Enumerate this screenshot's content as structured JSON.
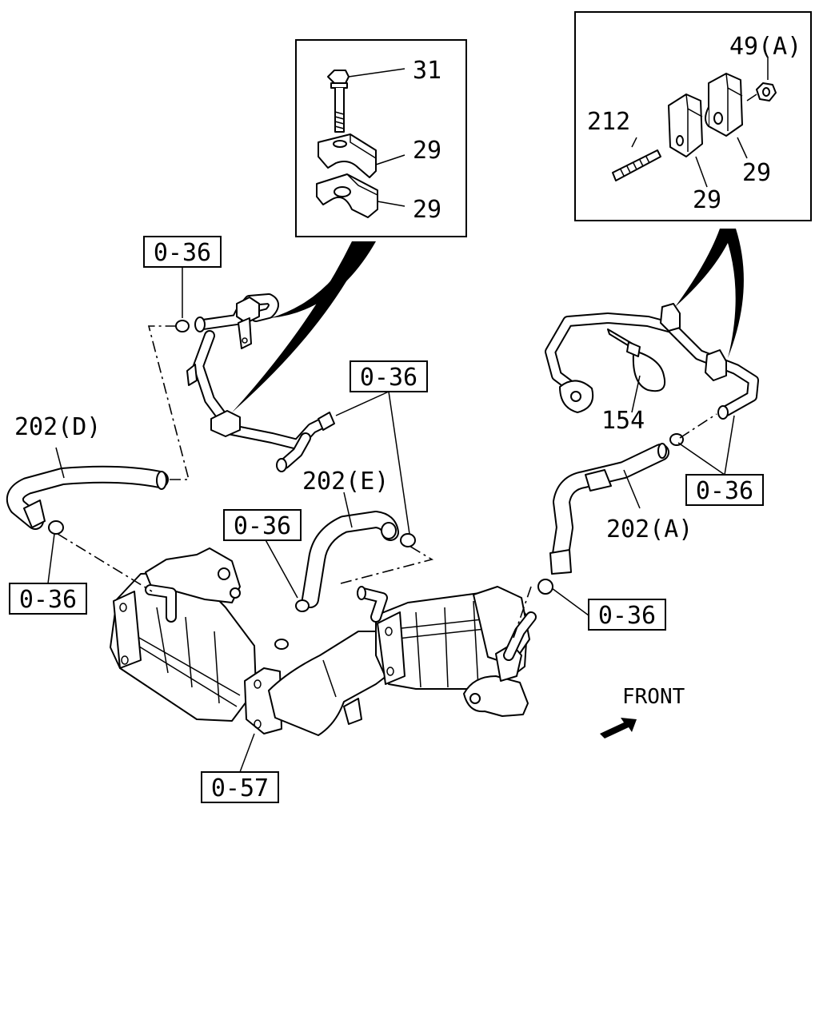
{
  "labels": {
    "bolt": "31",
    "clamp_upper_left": "29",
    "clamp_lower_left": "29",
    "nut": "49(A)",
    "stud": "212",
    "clamp_right_a": "29",
    "clamp_right_b": "29",
    "hose_d": "202(D)",
    "hose_e": "202(E)",
    "hose_a": "202(A)",
    "band": "154",
    "front": "FRONT"
  },
  "refs": {
    "top_left": "0-36",
    "mid_center": "0-36",
    "mid_left": "0-36",
    "left": "0-36",
    "right_upper": "0-36",
    "right_lower": "0-36",
    "bottom": "0-57"
  }
}
